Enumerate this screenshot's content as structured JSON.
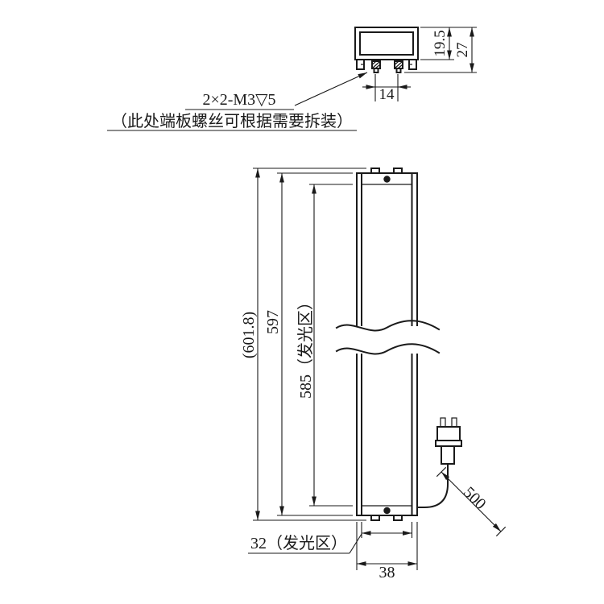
{
  "page": {
    "background": "#ffffff",
    "ink": "#1a1a1a"
  },
  "note": {
    "line1": "2×2-M3▽5",
    "line2": "（此处端板螺丝可根据需要拆装）"
  },
  "section_view": {
    "dim_inner_height": "19.5",
    "dim_outer_height": "27",
    "dim_screw_spacing": "14"
  },
  "front_view": {
    "dim_overall_ref": "(601.8)",
    "dim_body_length": "597",
    "dim_luminous_length": "585（发光区）",
    "dim_luminous_width": "32（发光区）",
    "dim_body_width": "38",
    "dim_cable_length": "500"
  }
}
